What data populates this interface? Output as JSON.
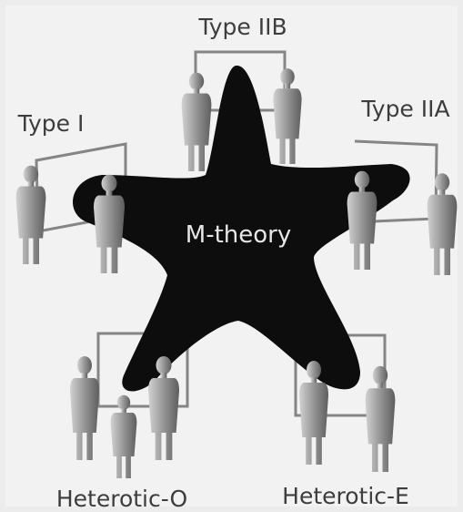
{
  "center": {
    "label": "M-theory"
  },
  "theories": [
    {
      "key": "type-iib",
      "label": "Type IIB"
    },
    {
      "key": "type-iia",
      "label": "Type IIA"
    },
    {
      "key": "type-i",
      "label": "Type I"
    },
    {
      "key": "heterotic-o",
      "label": "Heterotic-O"
    },
    {
      "key": "heterotic-e",
      "label": "Heterotic-E"
    }
  ],
  "colors": {
    "background": "#ececec",
    "star": "#0d0d0d",
    "board": "#858585",
    "figure": "#8c8c8c",
    "label": "#3d3d3d"
  }
}
